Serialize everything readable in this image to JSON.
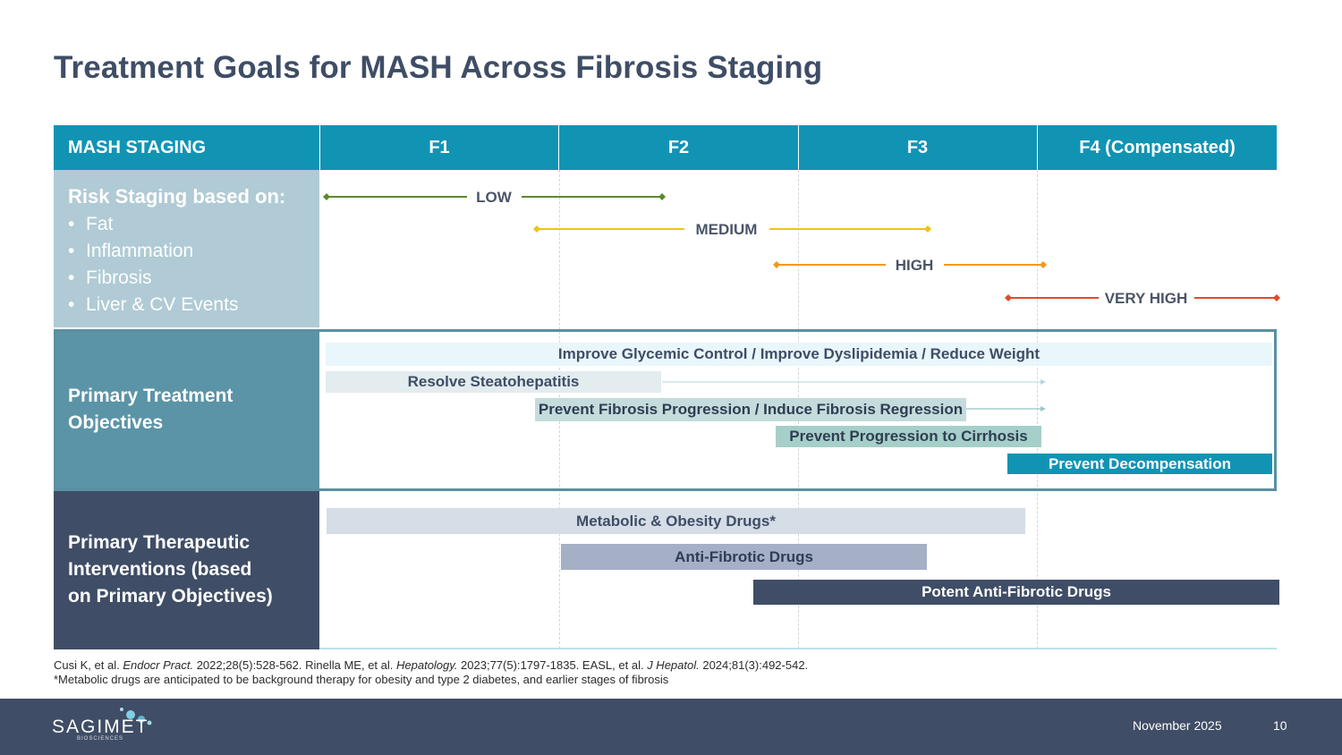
{
  "title": "Treatment Goals for MASH Across Fibrosis Staging",
  "header": {
    "col0": "MASH STAGING",
    "col1": "F1",
    "col2": "F2",
    "col3": "F3",
    "col4": "F4 (Compensated)"
  },
  "risk": {
    "title": "Risk Staging based on:",
    "items": [
      "Fat",
      "Inflammation",
      "Fibrosis",
      "Liver & CV Events"
    ],
    "levels": [
      {
        "label": "LOW",
        "color": "#5a8a2e"
      },
      {
        "label": "MEDIUM",
        "color": "#f0c419"
      },
      {
        "label": "HIGH",
        "color": "#ef9a1e"
      },
      {
        "label": "VERY HIGH",
        "color": "#e04a2a"
      }
    ]
  },
  "objectives": {
    "title_line1": "Primary Treatment",
    "title_line2": "Objectives",
    "bars": [
      "Improve Glycemic Control / Improve Dyslipidemia / Reduce Weight",
      "Resolve Steatohepatitis",
      "Prevent Fibrosis Progression / Induce Fibrosis Regression",
      "Prevent Progression to Cirrhosis",
      "Prevent Decompensation"
    ]
  },
  "interventions": {
    "title_line1": "Primary Therapeutic",
    "title_line2": "Interventions (based",
    "title_line3": "on Primary Objectives)",
    "bars": [
      "Metabolic & Obesity Drugs*",
      "Anti-Fibrotic Drugs",
      "Potent Anti-Fibrotic Drugs"
    ]
  },
  "references": {
    "line1_a": "Cusi K, et al. ",
    "line1_b": "Endocr Pract.",
    "line1_c": " 2022;28(5):528-562. Rinella ME, et al. ",
    "line1_d": "Hepatology.",
    "line1_e": " 2023;77(5):1797-1835. EASL, et al. ",
    "line1_f": "J Hepatol.",
    "line1_g": " 2024;81(3):492-542.",
    "line2": "*Metabolic drugs are anticipated to be background therapy for obesity and type 2 diabetes, and earlier stages of fibrosis"
  },
  "footer": {
    "logo": "SAGIMET",
    "logo_sub": "BIOSCIENCES",
    "date": "November 2025",
    "page": "10"
  }
}
